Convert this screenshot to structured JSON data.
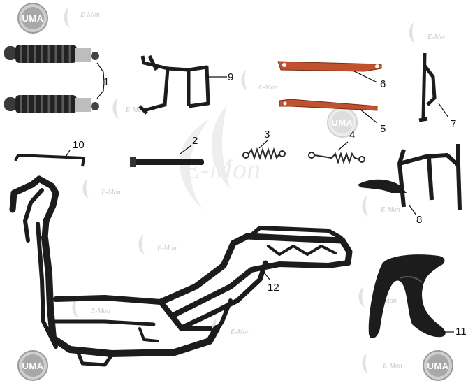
{
  "brand": {
    "logo_text": "UMA",
    "watermark_text": "E-Mon"
  },
  "callouts": [
    "1",
    "2",
    "3",
    "4",
    "5",
    "6",
    "7",
    "8",
    "9",
    "10",
    "11",
    "12"
  ],
  "colors": {
    "frame": "#1c1c1c",
    "bracket": "#c0522e",
    "logo_ring": "#9a9a9a",
    "watermark": "#d8d8d8"
  }
}
